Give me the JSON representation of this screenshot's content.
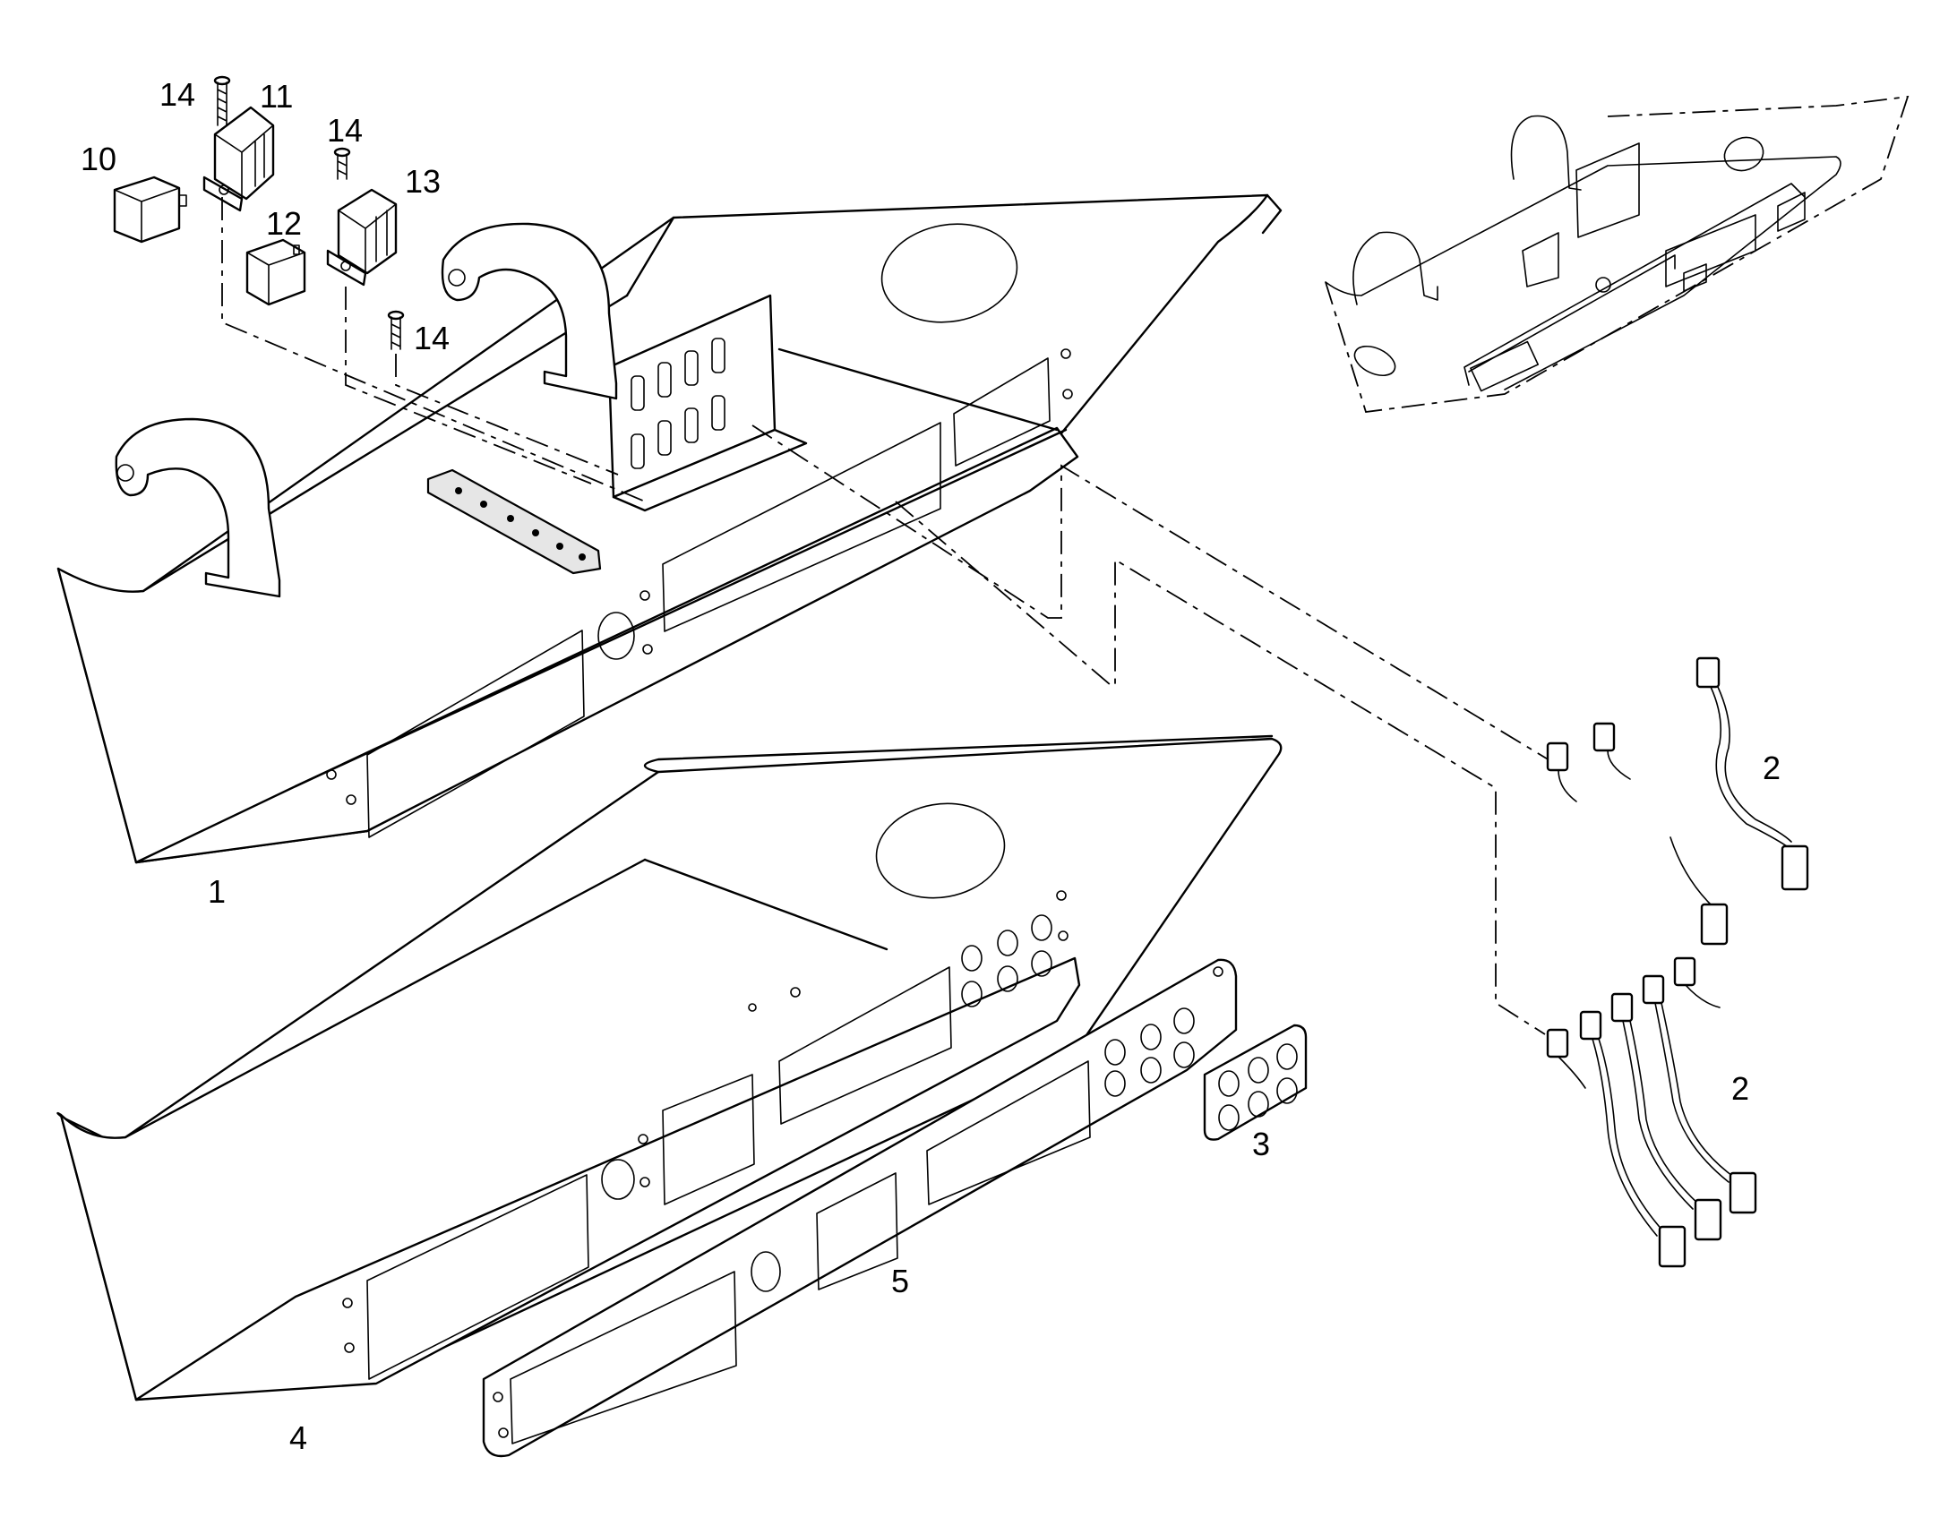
{
  "callouts": {
    "c1": "1",
    "c2a": "2",
    "c2b": "2",
    "c3": "3",
    "c4": "4",
    "c5": "5",
    "c10": "10",
    "c11": "11",
    "c12": "12",
    "c13": "13",
    "c14a": "14",
    "c14b": "14",
    "c14c": "14"
  }
}
